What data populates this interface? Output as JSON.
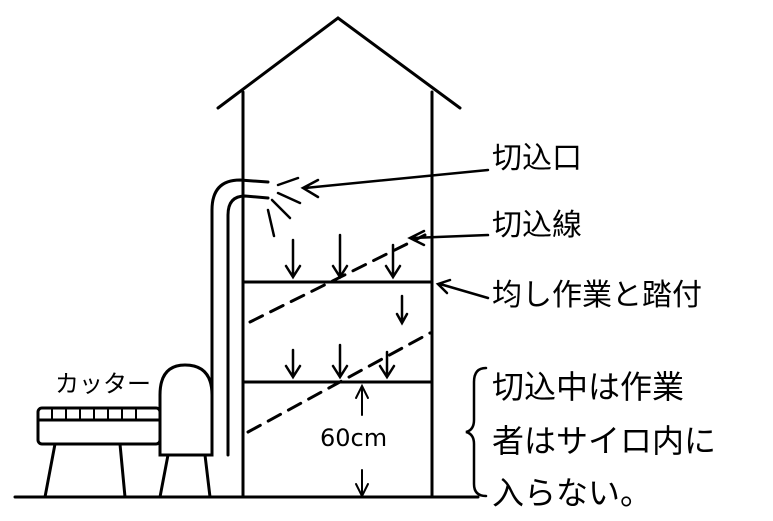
{
  "labels": {
    "inlet": "切込口",
    "fill_line": "切込線",
    "leveling": "均し作業と踏付",
    "cutter": "カッター",
    "height": "60cm",
    "warning_lines": [
      "切込中は作業",
      "者はサイロ内に",
      "入らない。"
    ]
  }
}
